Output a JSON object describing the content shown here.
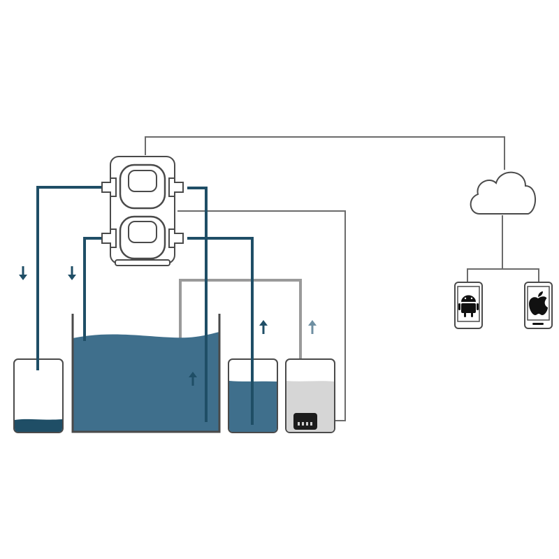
{
  "colors": {
    "background": "#ffffff",
    "tube_dark": "#1f4e66",
    "tube_gray": "#9a9a9a",
    "cable": "#6b6b6b",
    "water": "#3f6f8c",
    "water_light": "#d6d6d6",
    "outline": "#4a4a4a",
    "pump_body": "#ffffff",
    "sensor": "#1c1c1c"
  },
  "components": {
    "pump_stack": {
      "icon": "dual-peristaltic-pump-icon",
      "heads": 2
    },
    "main_tank": {
      "icon": "aquarium-tank",
      "fill_level": 0.78
    },
    "left_reservoir": {
      "icon": "dosing-reservoir",
      "fill_level": 0.16
    },
    "middle_reservoir": {
      "icon": "dosing-reservoir",
      "fill_level": 0.62
    },
    "right_reservoir": {
      "icon": "dosing-reservoir",
      "fill_level": 0.62
    },
    "level_sensor": {
      "icon": "water-level-sensor-icon"
    },
    "cloud": {
      "icon": "cloud-icon"
    },
    "phones": [
      {
        "icon": "android-phone-icon"
      },
      {
        "icon": "apple-phone-icon"
      }
    ],
    "flow_arrows": [
      {
        "icon": "arrow-down-icon",
        "line": "to-left-reservoir"
      },
      {
        "icon": "arrow-down-icon",
        "line": "to-main-tank"
      },
      {
        "icon": "arrow-up-icon",
        "line": "from-main-tank"
      },
      {
        "icon": "arrow-up-icon",
        "line": "from-middle-reservoir"
      },
      {
        "icon": "arrow-up-icon",
        "line": "from-right-reservoir"
      }
    ]
  }
}
